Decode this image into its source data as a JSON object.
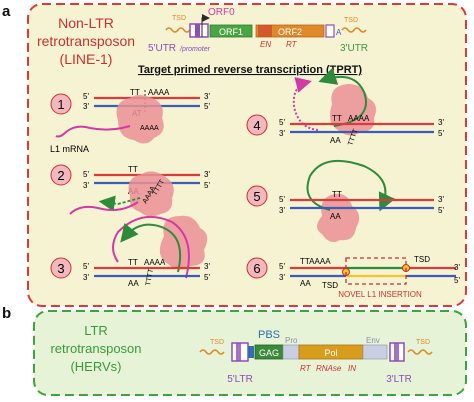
{
  "panel_a": {
    "letter": "a",
    "title_lines": [
      "Non-LTR",
      "retrotransposon",
      "(LINE-1)"
    ],
    "gene": {
      "tsd_left": "TSD",
      "orf0": "ORF0",
      "orf1": "ORF1",
      "orf2": "ORF2",
      "en": "EN",
      "rt": "RT",
      "utr5_main": "5'UTR",
      "utr5_sub": "/promoter",
      "utr3": "3'UTR",
      "a": "A",
      "tsd_right": "TSD"
    },
    "tprt_title": "Target primed reverse transcription (TPRT)",
    "steps": [
      {
        "num": "1",
        "tl": "5'",
        "bl": "3'",
        "tr": "3'",
        "br": "5'",
        "t1": "TT",
        "t2": "AAAA",
        "t3": "AT",
        "tail": "AAAA",
        "mrna": "L1 mRNA"
      },
      {
        "num": "2",
        "tl": "5'",
        "bl": "3'",
        "tr": "3'",
        "br": "5'",
        "t1": "TT",
        "t2": "AA",
        "tail": "TTTT",
        "tail2": "AAAA"
      },
      {
        "num": "3",
        "tl": "5'",
        "bl": "3'",
        "tr": "3'",
        "br": "5'",
        "t1": "TT",
        "t2": "AAAA",
        "t3": "AA",
        "tail": "TTTT"
      },
      {
        "num": "4",
        "tl": "5'",
        "bl": "3'",
        "tr": "3'",
        "br": "5'",
        "t1": "TT",
        "t2": "AAAA",
        "t3": "AA",
        "tail": "TTTT"
      },
      {
        "num": "5",
        "tl": "5'",
        "bl": "3'",
        "tr": "3'",
        "br": "5'",
        "t1": "TT",
        "t3": "AA"
      },
      {
        "num": "6",
        "tl": "5'",
        "bl": "3'",
        "tr": "3'",
        "br": "5'",
        "t1": "TTAAAA",
        "t3": "AA",
        "tsd_top": "TSD",
        "tsd_bottom": "TSD",
        "insertion": "NOVEL L1 INSERTION"
      }
    ]
  },
  "panel_b": {
    "letter": "b",
    "title_lines": [
      "LTR",
      "retrotransposon",
      "(HERVs)"
    ],
    "gene": {
      "tsd_left": "TSD",
      "pbs": "PBS",
      "gag": "GAG",
      "pro": "Pro",
      "pol": "Pol",
      "env": "Env",
      "rt": "RT",
      "rnase": "RNAse",
      "in": "IN",
      "ltr5": "5'LTR",
      "ltr3": "3'LTR",
      "tsd_right": "TSD"
    }
  },
  "colors": {
    "panel_a_bg": "#f6f3d3",
    "panel_b_bg": "#e6f3d6",
    "panel_a_border": "#d93a3a",
    "panel_b_border": "#3fa13f",
    "title_red": "#c9322e",
    "title_green": "#3a9a3a",
    "strand_red": "#d83c3c",
    "strand_blue": "#3b5db8",
    "strand_yellow": "#f2c230",
    "mrna": "#d23aa6",
    "enzyme": "#eb8f95",
    "arrow": "#2f8a3a",
    "orf_green": "#4aa443",
    "orf_orange": "#e0892a",
    "pol_orange": "#d99d1e",
    "ltr_purple": "#8a4fb8",
    "pbs_blue": "#2f6fb0"
  }
}
